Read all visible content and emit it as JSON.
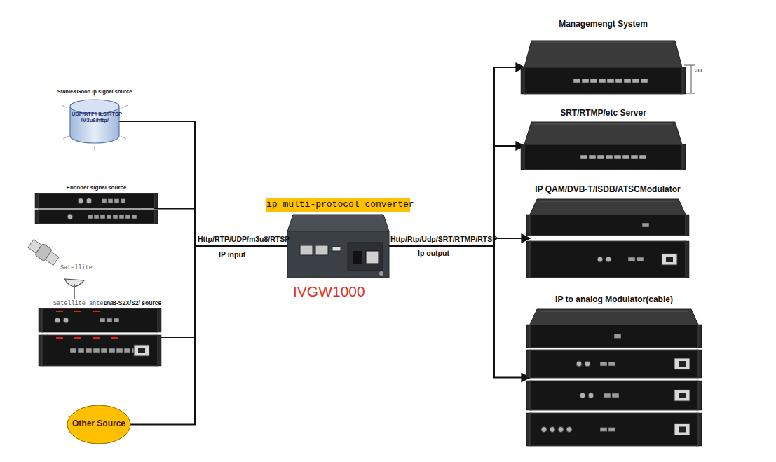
{
  "diagram": {
    "nodes": [
      {
        "text": [
          "Stable&Good Ip signal source",
          "UDP/RTP/HLS/RTSP /M3u8/http/"
        ]
      },
      {
        "text": [
          "Encoder signal source"
        ]
      },
      {
        "text": [
          "DVB-S2X/S2/ source"
        ]
      },
      {
        "text": [
          "Other Source"
        ]
      },
      {
        "text": [
          "ip multi-protocol converter",
          "IVGW1000"
        ]
      },
      {
        "text": [
          "Managemengt System"
        ]
      },
      {
        "text": [
          "SRT/RTMP/etc Server"
        ]
      },
      {
        "text": [
          "IP QAM/DVB-T/ISDB/ATSCModulator"
        ]
      },
      {
        "text": [
          "IP to analog Modulator(cable)"
        ]
      }
    ],
    "edges": [
      {
        "from": 0,
        "to": 4,
        "arrow": "none"
      },
      {
        "from": 1,
        "to": 4,
        "arrow": "none"
      },
      {
        "from": 2,
        "to": 4,
        "arrow": "none"
      },
      {
        "from": 3,
        "to": 4,
        "arrow": "none"
      },
      {
        "from": 4,
        "to": 5,
        "arrow": "to"
      },
      {
        "from": 4,
        "to": 6,
        "arrow": "to"
      },
      {
        "from": 4,
        "to": 7,
        "arrow": "to"
      },
      {
        "from": 4,
        "to": 8,
        "arrow": "to"
      }
    ],
    "labels": [
      "Satellite",
      "Satellite antenna",
      "Http/RTP/UDP/m3u8/RTSP",
      "IP input",
      "Http/Rtp/Udp/SRT/RTMP/RTSP",
      "Ip output",
      "2U"
    ]
  }
}
